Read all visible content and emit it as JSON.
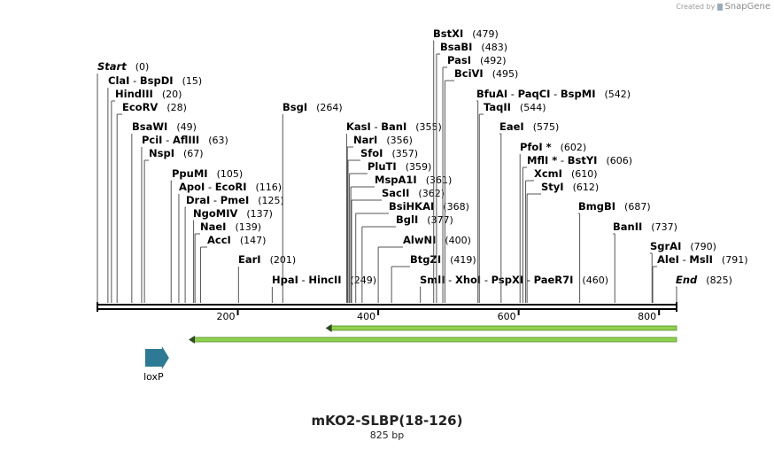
{
  "watermark": {
    "prefix": "Created by",
    "brand": "SnapGene"
  },
  "plasmid": {
    "name": "mKO2-SLBP(18-126)",
    "length_label": "825 bp",
    "length_bp": 825
  },
  "ruler_ticks": [
    200,
    400,
    600,
    800
  ],
  "sites": [
    {
      "names": [
        "Start"
      ],
      "pos": 0,
      "italic": true
    },
    {
      "names": [
        "ClaI",
        "BspDI"
      ],
      "pos": 15
    },
    {
      "names": [
        "HindIII"
      ],
      "pos": 20
    },
    {
      "names": [
        "EcoRV"
      ],
      "pos": 28
    },
    {
      "names": [
        "BsaWI"
      ],
      "pos": 49
    },
    {
      "names": [
        "PciI",
        "AflIII"
      ],
      "pos": 63
    },
    {
      "names": [
        "NspI"
      ],
      "pos": 67
    },
    {
      "names": [
        "PpuMI"
      ],
      "pos": 105
    },
    {
      "names": [
        "ApoI",
        "EcoRI"
      ],
      "pos": 116
    },
    {
      "names": [
        "DraI",
        "PmeI"
      ],
      "pos": 125
    },
    {
      "names": [
        "NgoMIV"
      ],
      "pos": 137
    },
    {
      "names": [
        "NaeI"
      ],
      "pos": 139
    },
    {
      "names": [
        "AccI"
      ],
      "pos": 147
    },
    {
      "names": [
        "EarI"
      ],
      "pos": 201
    },
    {
      "names": [
        "BsgI"
      ],
      "pos": 264
    },
    {
      "names": [
        "HpaI",
        "HincII"
      ],
      "pos": 249
    },
    {
      "names": [
        "KasI",
        "BanI"
      ],
      "pos": 355
    },
    {
      "names": [
        "NarI"
      ],
      "pos": 356
    },
    {
      "names": [
        "SfoI"
      ],
      "pos": 357
    },
    {
      "names": [
        "PluTI"
      ],
      "pos": 359
    },
    {
      "names": [
        "MspA1I"
      ],
      "pos": 361
    },
    {
      "names": [
        "SacII"
      ],
      "pos": 362
    },
    {
      "names": [
        "BsiHKAI"
      ],
      "pos": 368
    },
    {
      "names": [
        "BglI"
      ],
      "pos": 377
    },
    {
      "names": [
        "AlwNI"
      ],
      "pos": 400
    },
    {
      "names": [
        "BtgZI"
      ],
      "pos": 419
    },
    {
      "names": [
        "SmlI",
        "XhoI",
        "PspXI",
        "PaeR7I"
      ],
      "pos": 460
    },
    {
      "names": [
        "BstXI"
      ],
      "pos": 479
    },
    {
      "names": [
        "BsaBI"
      ],
      "pos": 483
    },
    {
      "names": [
        "PasI"
      ],
      "pos": 492
    },
    {
      "names": [
        "BciVI"
      ],
      "pos": 495
    },
    {
      "names": [
        "BfuAI",
        "PaqCI",
        "BspMI"
      ],
      "pos": 542
    },
    {
      "names": [
        "TaqII"
      ],
      "pos": 544
    },
    {
      "names": [
        "EaeI"
      ],
      "pos": 575
    },
    {
      "names": [
        "PfoI *"
      ],
      "pos": 602
    },
    {
      "names": [
        "MflI *",
        "BstYI"
      ],
      "pos": 606
    },
    {
      "names": [
        "XcmI"
      ],
      "pos": 610
    },
    {
      "names": [
        "StyI"
      ],
      "pos": 612
    },
    {
      "names": [
        "BmgBI"
      ],
      "pos": 687
    },
    {
      "names": [
        "BanII"
      ],
      "pos": 737
    },
    {
      "names": [
        "SgrAI"
      ],
      "pos": 790
    },
    {
      "names": [
        "AleI",
        "MslI"
      ],
      "pos": 791
    },
    {
      "names": [
        "End"
      ],
      "pos": 825,
      "italic": true
    }
  ],
  "features": [
    {
      "name": "",
      "start": 325,
      "end": 825,
      "direction": "reverse",
      "color": "#8fd14f"
    },
    {
      "name": "",
      "start": 130,
      "end": 825,
      "direction": "reverse",
      "color": "#8fd14f"
    },
    {
      "name": "loxP",
      "start": 68,
      "end": 102,
      "direction": "forward",
      "color": "#2e7a94"
    }
  ]
}
